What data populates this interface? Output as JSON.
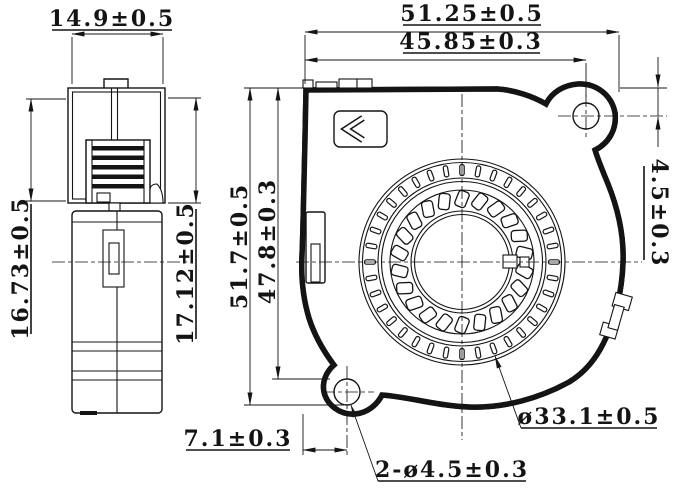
{
  "colors": {
    "line": "#141414",
    "background": "#ffffff"
  },
  "side_view": {
    "width": "14.9±0.5",
    "height_left": "16.73±0.5",
    "height_right": "17.12±0.5"
  },
  "front_view": {
    "width_overall": "51.25±0.5",
    "width_to_hole_center": "45.85±0.3",
    "height_overall": "51.7±0.5",
    "height_to_hole_tangent": "47.8±0.3",
    "hole_offset_from_top": "4.5±0.3",
    "hole_offset_from_left": "7.1±0.3",
    "mounting_holes": "2-ø4.5±0.3",
    "impeller_diameter": "ø33.1±0.5"
  }
}
